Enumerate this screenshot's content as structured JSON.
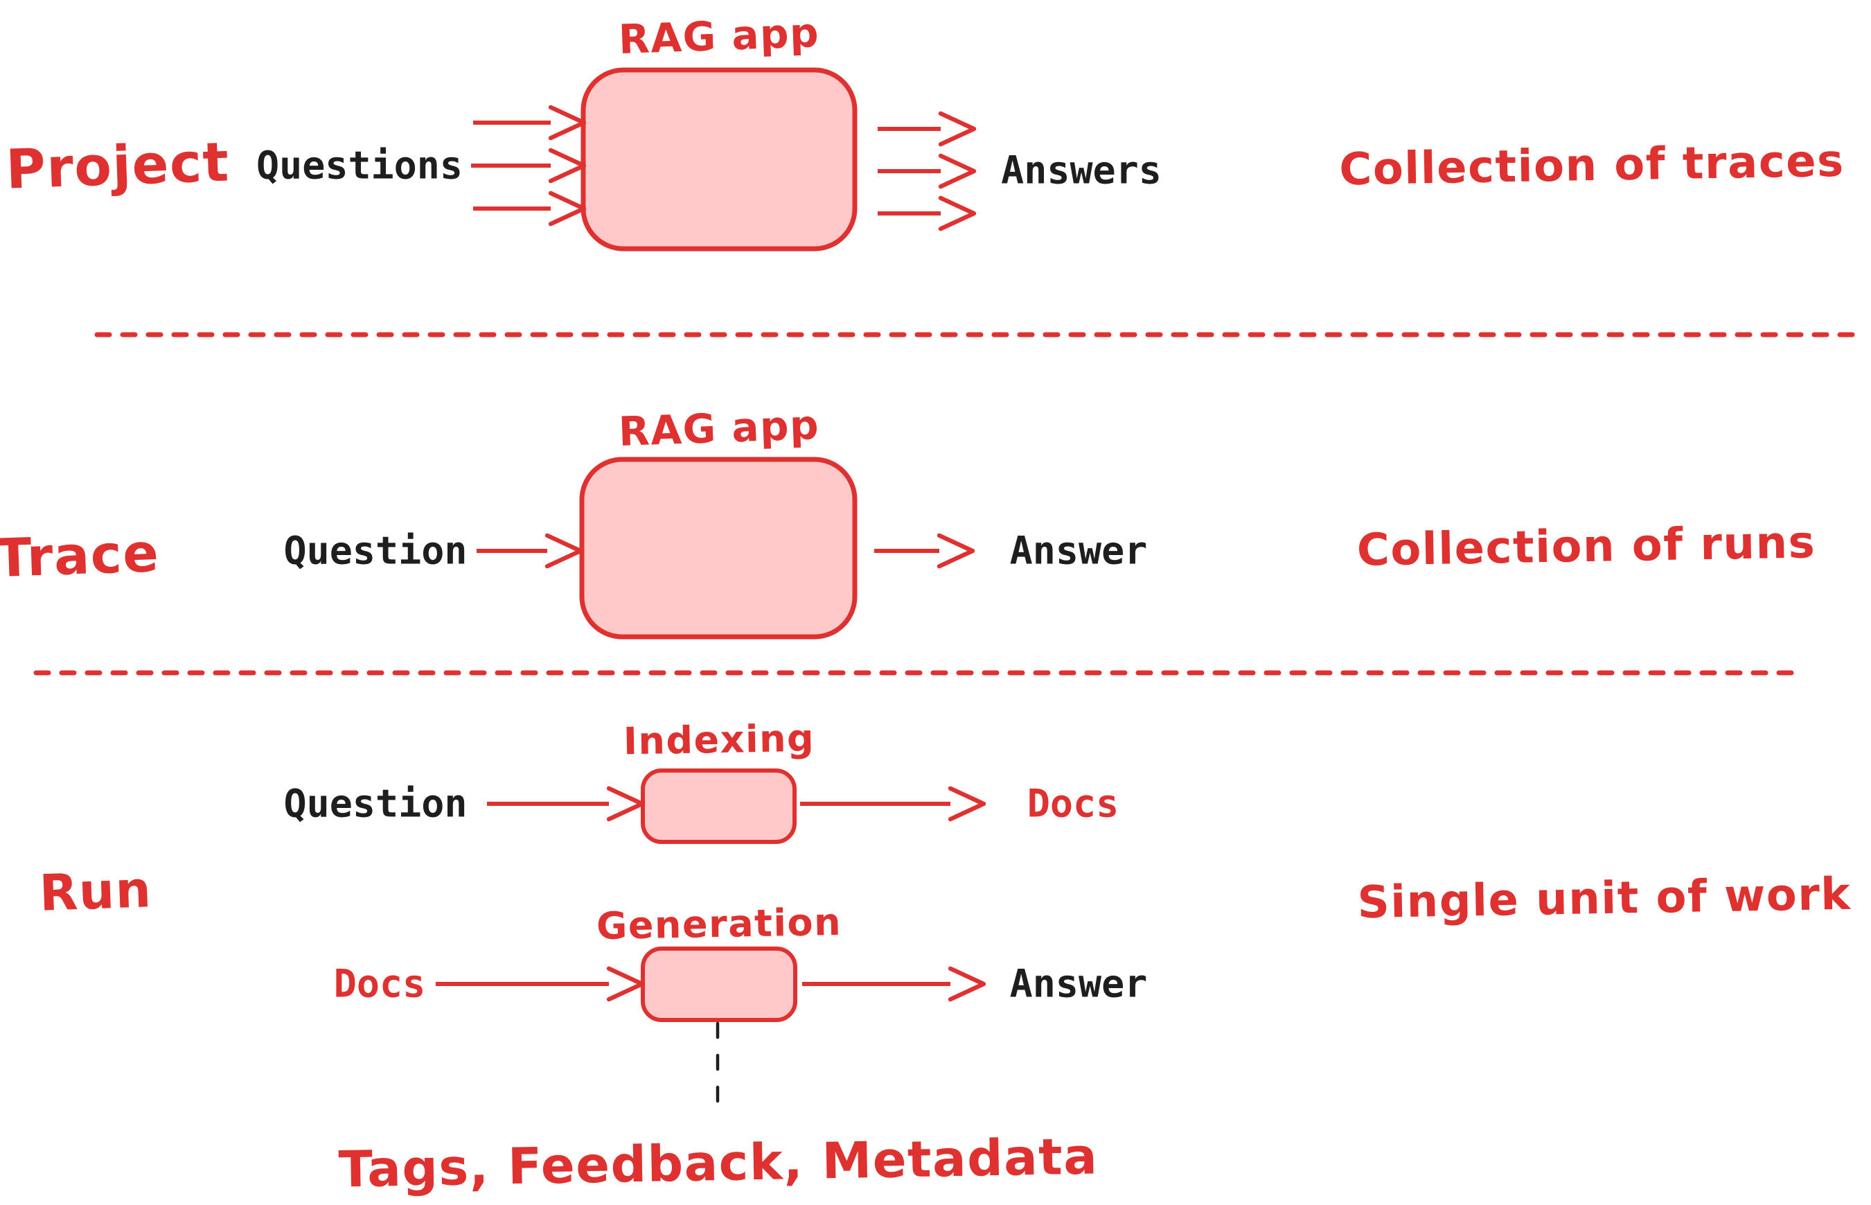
{
  "colors": {
    "accent_red": "#e03131",
    "box_fill_pink": "#ffc9c9",
    "ink_black": "#1e1e1e"
  },
  "sections": {
    "project": {
      "row_label": "Project",
      "box_label": "RAG app",
      "input_label": "Questions",
      "output_label": "Answers",
      "note": "Collection of traces"
    },
    "trace": {
      "row_label": "Trace",
      "box_label": "RAG app",
      "input_label": "Question",
      "output_label": "Answer",
      "note": "Collection of runs"
    },
    "run": {
      "row_label": "Run",
      "note": "Single unit of work",
      "indexing": {
        "box_label": "Indexing",
        "input_label": "Question",
        "output_label": "Docs"
      },
      "generation": {
        "box_label": "Generation",
        "input_label": "Docs",
        "output_label": "Answer"
      },
      "annotation": "Tags, Feedback, Metadata"
    }
  }
}
